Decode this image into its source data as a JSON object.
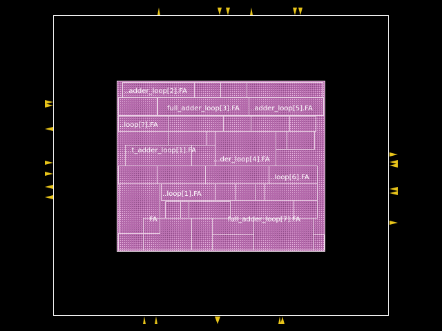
{
  "colors": {
    "background": "#000000",
    "die_outline": "#f0f0f0",
    "core_fill": "#c27ab8",
    "cell_outline": "#f4e4f0",
    "pin": "#e8c41a",
    "label": "#ffffff"
  },
  "cells": [
    {
      "id": "fa2",
      "label": "..adder_loop[2].FA"
    },
    {
      "id": "fa3",
      "label": "full_adder_loop[3].FA"
    },
    {
      "id": "fa5",
      "label": "..adder_loop[5].FA"
    },
    {
      "id": "fa_x",
      "label": "..loop[?].FA"
    },
    {
      "id": "fa1a",
      "label": "...t_adder_loop[1].FA"
    },
    {
      "id": "fa4",
      "label": "...der_loop[4].FA"
    },
    {
      "id": "fa6",
      "label": "..loop[6].FA"
    },
    {
      "id": "fa1b",
      "label": "..loop[1].FA"
    },
    {
      "id": "fa0",
      "label": "FA"
    },
    {
      "id": "fa7",
      "label": "full_adder_loop[7].FA"
    }
  ],
  "pins": {
    "top": [
      "top-pin-1",
      "top-pin-2",
      "top-pin-3",
      "top-pin-4",
      "top-pin-5",
      "top-pin-6"
    ],
    "bottom": [
      "bottom-pin-1",
      "bottom-pin-2",
      "bottom-pin-3",
      "bottom-pin-4",
      "bottom-pin-5"
    ],
    "left": [
      "left-pin-1",
      "left-pin-2",
      "left-pin-3",
      "left-pin-4",
      "left-pin-5",
      "left-pin-6",
      "left-pin-7"
    ],
    "right": [
      "right-pin-1",
      "right-pin-2",
      "right-pin-3",
      "right-pin-4",
      "right-pin-5",
      "right-pin-6"
    ]
  }
}
